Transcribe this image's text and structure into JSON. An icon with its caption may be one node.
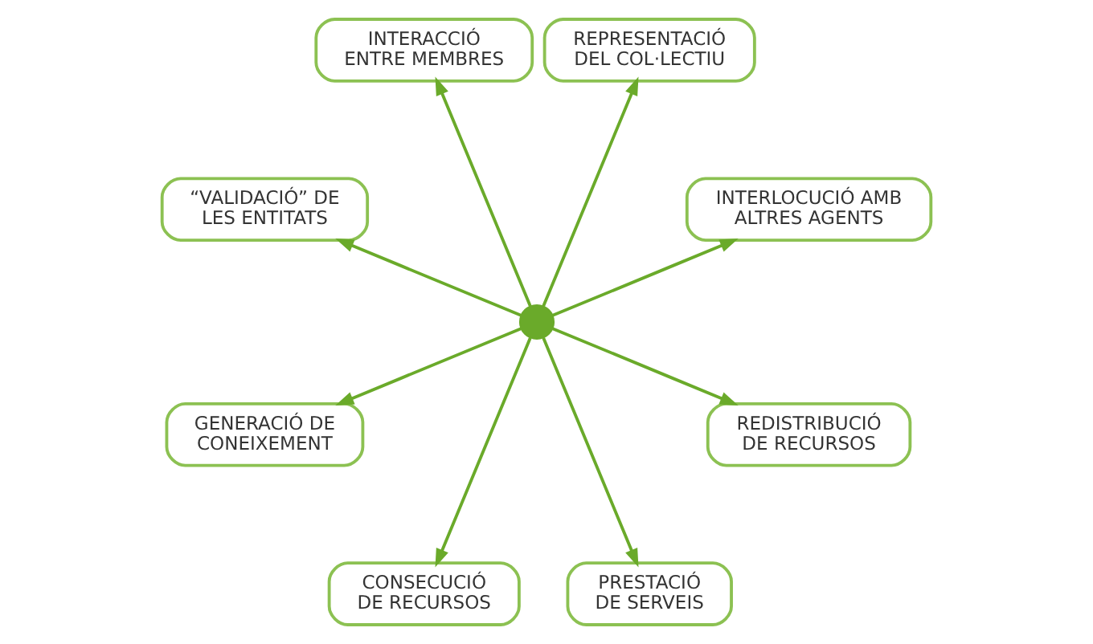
{
  "diagram": {
    "nodes": [
      {
        "text": [
          "INTERLOCUCIÓ AMB ALTRES AGENTS"
        ]
      },
      {
        "text": [
          "REPRESENTACIÓ DEL COL·LECTIU"
        ]
      },
      {
        "text": [
          "INTERACCIÓ ENTRE MEMBRES"
        ]
      },
      {
        "text": [
          "“VALIDACIÓ” DE LES ENTITATS"
        ]
      },
      {
        "text": [],
        "shape": "circle"
      },
      {
        "text": [
          "GENERACIÓ DE CONEIXEMENT"
        ]
      },
      {
        "text": [
          "CONSECUCIÓ DE RECURSOS"
        ]
      },
      {
        "text": [
          "PRESTACIÓ DE SERVEIS"
        ]
      },
      {
        "text": [
          "REDISTRIBUCIÓ DE RECURSOS"
        ]
      }
    ],
    "edges": [
      {
        "from": 4,
        "to": 0,
        "arrow": "to"
      },
      {
        "from": 4,
        "to": 2,
        "arrow": "to"
      },
      {
        "from": 4,
        "to": 5,
        "arrow": "to"
      },
      {
        "from": 4,
        "to": 7,
        "arrow": "to"
      },
      {
        "from": 4,
        "to": 8,
        "arrow": "to"
      },
      {
        "from": 4,
        "to": 6,
        "arrow": "to"
      },
      {
        "from": 4,
        "to": 3,
        "arrow": "to"
      },
      {
        "from": 4,
        "to": 1,
        "arrow": "to"
      }
    ]
  }
}
